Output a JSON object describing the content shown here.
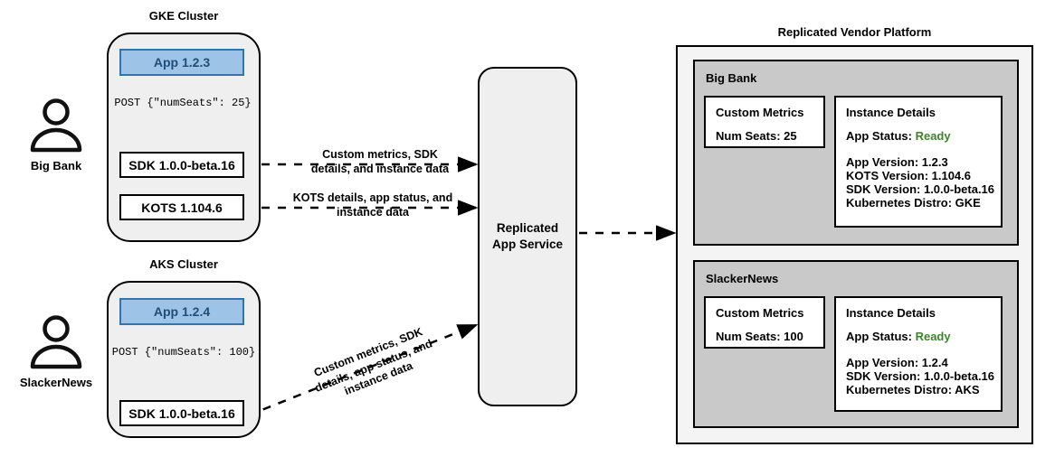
{
  "actors": [
    {
      "id": "big-bank",
      "label": "Big Bank",
      "icon": "person-icon"
    },
    {
      "id": "slackernews",
      "label": "SlackerNews",
      "icon": "person-icon"
    }
  ],
  "clusters": [
    {
      "id": "gke",
      "title": "GKE Cluster",
      "app": {
        "label": "App 1.2.3"
      },
      "request": "POST {\"numSeats\": 25}",
      "components": [
        {
          "id": "sdk",
          "label": "SDK 1.0.0-beta.16"
        },
        {
          "id": "kots",
          "label": "KOTS 1.104.6"
        }
      ]
    },
    {
      "id": "aks",
      "title": "AKS Cluster",
      "app": {
        "label": "App 1.2.4"
      },
      "request": "POST {\"numSeats\": 100}",
      "components": [
        {
          "id": "sdk",
          "label": "SDK 1.0.0-beta.16"
        }
      ]
    }
  ],
  "service": {
    "line1": "Replicated",
    "line2": "App Service"
  },
  "edges": [
    {
      "id": "gke-sdk-to-service",
      "line1": "Custom metrics, SDK",
      "line2": "details, and instance data"
    },
    {
      "id": "gke-kots-to-service",
      "line1": "KOTS details, app status, and",
      "line2": "instance data"
    },
    {
      "id": "aks-sdk-to-service",
      "line1": "Custom metrics, SDK",
      "line2": "details, app status, and",
      "line3": "instance data"
    }
  ],
  "platform": {
    "title": "Replicated Vendor Platform",
    "tenants": [
      {
        "id": "big-bank",
        "name": "Big Bank",
        "custom_metrics": {
          "title": "Custom Metrics",
          "lines": [
            "Num Seats: 25"
          ]
        },
        "instance_details": {
          "title": "Instance Details",
          "status_label": "App Status:",
          "status_value": "Ready",
          "lines": [
            "App Version: 1.2.3",
            "KOTS Version: 1.104.6",
            "SDK Version: 1.0.0-beta.16",
            "Kubernetes Distro: GKE"
          ]
        }
      },
      {
        "id": "slackernews",
        "name": "SlackerNews",
        "custom_metrics": {
          "title": "Custom Metrics",
          "lines": [
            "Num Seats: 100"
          ]
        },
        "instance_details": {
          "title": "Instance Details",
          "status_label": "App Status:",
          "status_value": "Ready",
          "lines": [
            "App Version: 1.2.4",
            "SDK Version: 1.0.0-beta.16",
            "Kubernetes Distro: AKS"
          ]
        }
      }
    ]
  },
  "colors": {
    "app_fill": "#9DC3E6",
    "app_border": "#2E75B6",
    "app_text": "#1F4E79",
    "cluster_fill": "#EFEFEF",
    "panel_fill": "#C9C9C9",
    "platform_fill": "#F4F4F4",
    "status_ready": "#3C8527",
    "stroke": "#000000"
  }
}
